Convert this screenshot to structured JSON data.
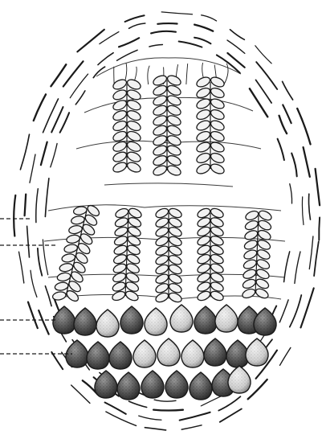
{
  "figure": {
    "description_text": "",
    "leader_lines": [
      {
        "id": "upper-chain-row-leader"
      },
      {
        "id": "lower-chain-row-leader"
      },
      {
        "id": "upper-egg-row-leader"
      },
      {
        "id": "lower-egg-row-leader"
      }
    ],
    "upper_chains": {
      "count": 3
    },
    "lower_chains": {
      "count": 5
    },
    "egg_rows": {
      "count": 3,
      "eggs_per_row": [
        10,
        9,
        7
      ]
    },
    "colors": {
      "ink": "#1a1a1a",
      "paper": "#ffffff",
      "dark_egg": "#555555",
      "light_egg": "#cfcfcf"
    }
  }
}
